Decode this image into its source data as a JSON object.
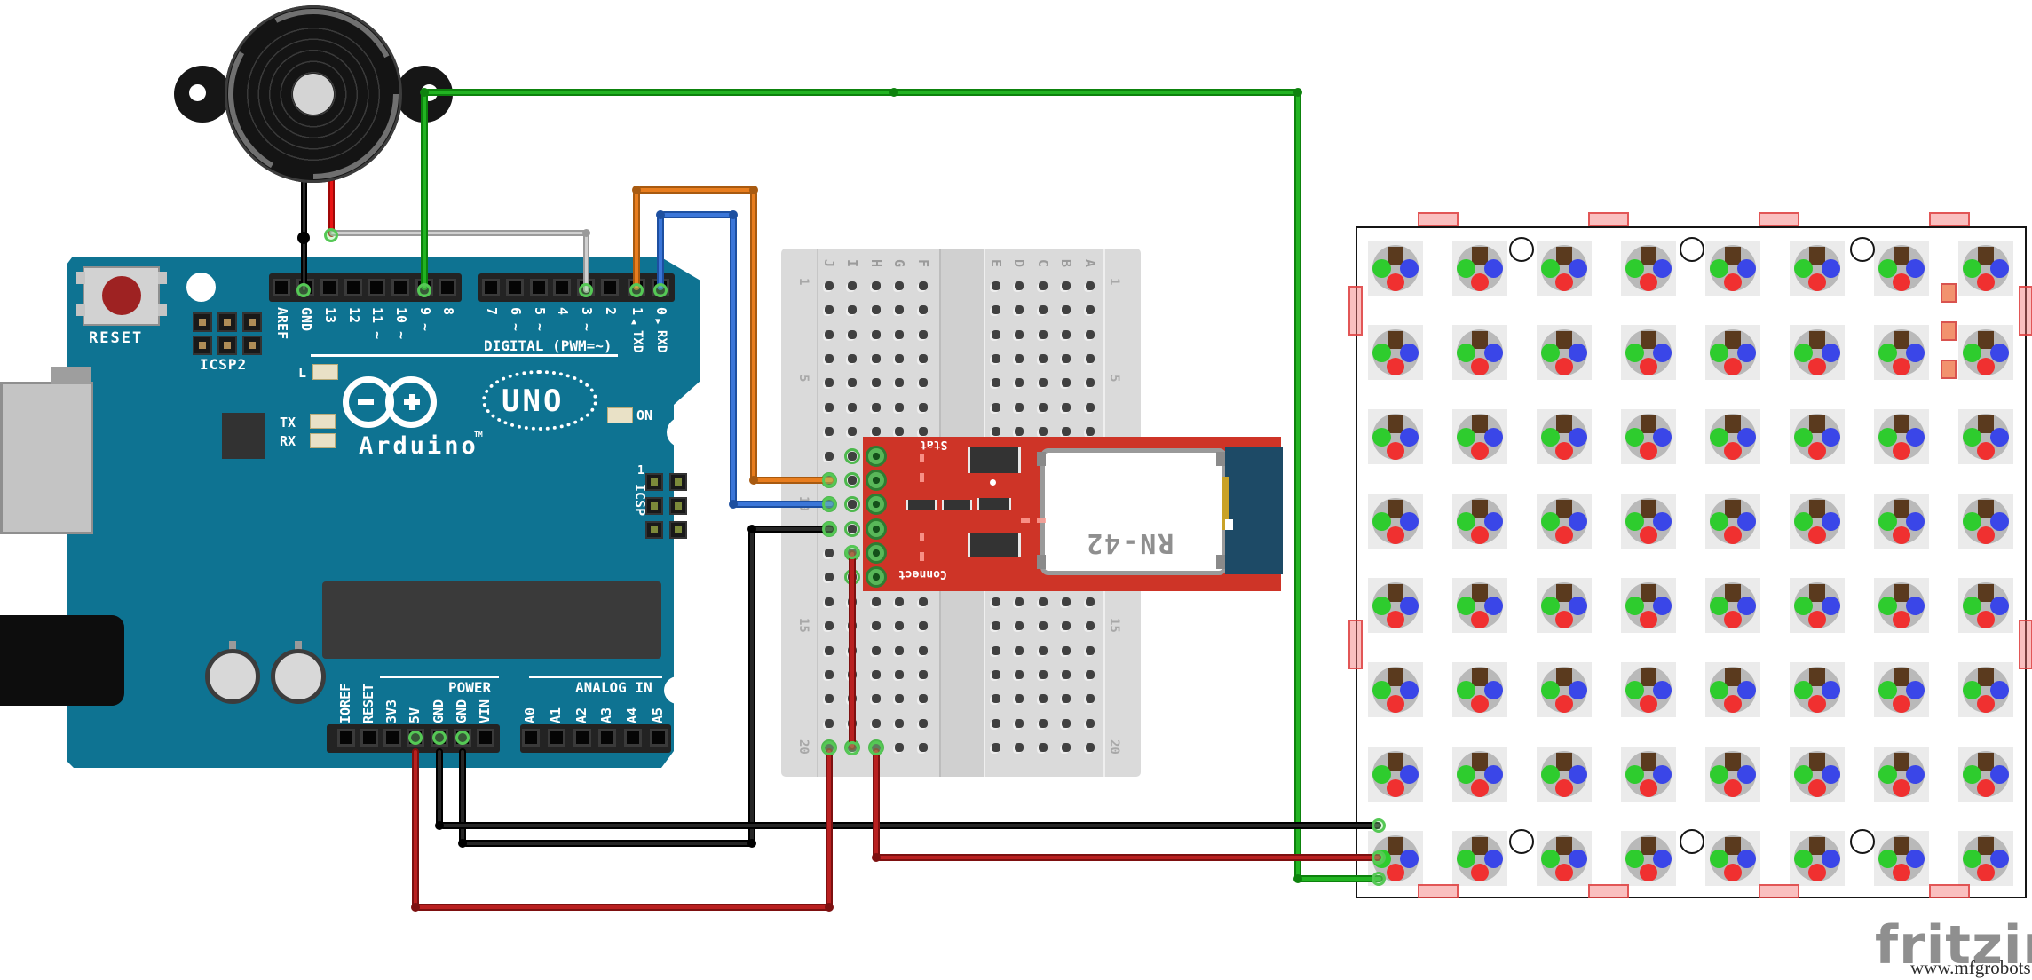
{
  "watermark": {
    "logo": "fritzing",
    "url": "www.mfgrobots.com"
  },
  "colors": {
    "arduino_teal": "#0e7392",
    "header_black": "#232323",
    "sparkfun_red": "#ce3427",
    "module_blue": "#1d4a66",
    "module_gold": "#c9a227",
    "breadboard_gray": "#dadada",
    "led_green": "#2ecc2e",
    "led_blue": "#3a46e8",
    "led_red": "#f03030",
    "led_brown": "#5a3a1e",
    "pad_pink": "#f08080",
    "wire_green": {
      "core": "#22b422",
      "edge": "#0d820d"
    },
    "wire_orange": {
      "core": "#e87d1e",
      "edge": "#a85a10"
    },
    "wire_blue": {
      "core": "#3b76d8",
      "edge": "#1d4fa0"
    },
    "wire_black": {
      "core": "#262626",
      "edge": "#000000"
    },
    "wire_red": {
      "core": "#b92020",
      "edge": "#7d1010"
    },
    "wire_buzzer_red": {
      "core": "#e81515",
      "edge": "#a00808"
    },
    "wire_gray": {
      "core": "#d0d0d0",
      "edge": "#9a9a9a"
    }
  },
  "arduino": {
    "reset_label": "RESET",
    "icsp2_label": "ICSP2",
    "icsp_label": "ICSP",
    "icsp_pin1_label": "1",
    "l_led_label": "L",
    "tx_led_label": "TX",
    "rx_led_label": "RX",
    "on_label": "ON",
    "logo_text": "Arduino",
    "logo_tm": "TM",
    "uno_label": "UNO",
    "digital_caption": "DIGITAL (PWM=~)",
    "power_caption": "POWER",
    "analog_caption": "ANALOG IN",
    "digital_pins": [
      "AREF",
      "GND",
      "13",
      "12",
      "11",
      "10",
      "9",
      "8",
      "7",
      "6",
      "5",
      "4",
      "3",
      "2",
      "1",
      "0"
    ],
    "pwm_pins": [
      "11",
      "10",
      "9",
      "6",
      "5",
      "3"
    ],
    "txd_label": "TXD",
    "rxd_label": "RXD",
    "tx_arrow": "▲",
    "rx_arrow": "▼",
    "power_pins": [
      "IOREF",
      "RESET",
      "3V3",
      "5V",
      "GND",
      "GND",
      "VIN"
    ],
    "analog_pins": [
      "A0",
      "A1",
      "A2",
      "A3",
      "A4",
      "A5"
    ]
  },
  "breadboard": {
    "column_labels": [
      "J",
      "I",
      "H",
      "G",
      "F",
      "E",
      "D",
      "C",
      "B",
      "A"
    ],
    "row_numbers": [
      "1",
      "5",
      "10",
      "15",
      "20"
    ],
    "rows": 20
  },
  "bluetooth_module": {
    "chip_label": "RN-42",
    "stat_label": "Stat",
    "connect_label": "Connect"
  },
  "led_matrix": {
    "rows": 8,
    "cols": 8
  }
}
